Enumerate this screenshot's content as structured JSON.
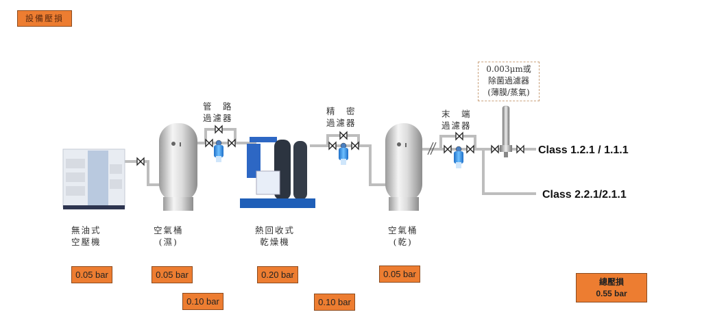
{
  "title": "設備壓損",
  "equipment": [
    {
      "id": "compressor",
      "label": "無油式\n空壓機",
      "pressure_drop": "0.05 bar"
    },
    {
      "id": "wet-tank",
      "label": "空氣桶\n(濕)",
      "pressure_drop": "0.05 bar"
    },
    {
      "id": "line-filter",
      "label": "管　路\n過濾器",
      "pressure_drop": "0.10 bar"
    },
    {
      "id": "dryer",
      "label": "熱回收式\n乾燥機",
      "pressure_drop": "0.20 bar"
    },
    {
      "id": "precision-filter",
      "label": "精　密\n過濾器",
      "pressure_drop": "0.10 bar"
    },
    {
      "id": "dry-tank",
      "label": "空氣桶\n(乾)",
      "pressure_drop": "0.05 bar"
    },
    {
      "id": "end-filter",
      "label": "末　端\n過濾器"
    }
  ],
  "sterile_filter_note": "0.003μm或\n除菌過濾器\n(薄膜/蒸氣)",
  "outputs": [
    "Class 1.2.1 / 1.1.1",
    "Class 2.2.1/2.1.1"
  ],
  "total": {
    "label": "總壓損",
    "value": "0.55 bar"
  },
  "colors": {
    "tag_fill": "#ed7d31",
    "pipe": "#bdbdbd",
    "filter_blue": "#2f8fe0",
    "dryer_blue": "#1f5fb8"
  }
}
